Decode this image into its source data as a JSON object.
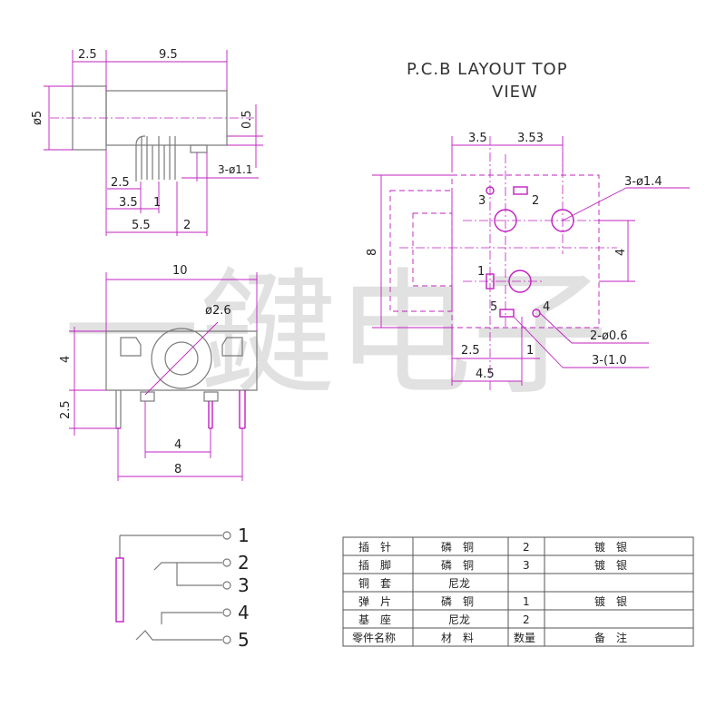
{
  "title": {
    "line1": "P.C.B LAYOUT   TOP",
    "line2": "VIEW"
  },
  "watermark": "一鍵电子",
  "side_view": {
    "d_25": "2.5",
    "d_95": "9.5",
    "d_phi5": "ø5",
    "d_05": "0.5",
    "d_35": "3.5",
    "d_1": "1",
    "d_55": "5.5",
    "d_2": "2",
    "d_25b": "2.5",
    "d_hole": "3-ø1.1"
  },
  "front_view": {
    "d_10": "10",
    "d_phi26": "ø2.6",
    "d_4": "4",
    "d_25": "2.5",
    "d_4b": "4",
    "d_8": "8"
  },
  "pcb_view": {
    "d_35": "3.5",
    "d_353": "3.53",
    "d_hole14": "3-ø1.4",
    "d_8": "8",
    "d_4": "4",
    "d_25": "2.5",
    "d_1": "1",
    "d_45": "4.5",
    "d_hole06": "2-ø0.6",
    "d_slot": "3-(1.0",
    "p1": "1",
    "p2": "2",
    "p3": "3",
    "p4": "4",
    "p5": "5"
  },
  "schematic": {
    "pins": [
      "1",
      "2",
      "3",
      "4",
      "5"
    ]
  },
  "table": {
    "rows": [
      [
        "插　针",
        "磷　铜",
        "2",
        "镀　银"
      ],
      [
        "插　脚",
        "磷　铜",
        "3",
        "镀　银"
      ],
      [
        "铜　套",
        "尼龙",
        "",
        ""
      ],
      [
        "弹　片",
        "磷　铜",
        "1",
        "镀　银"
      ],
      [
        "基　座",
        "尼龙",
        "2",
        ""
      ],
      [
        "零件名称",
        "材　料",
        "数量",
        "备　注"
      ]
    ]
  },
  "colors": {
    "dimension": "#c020c0",
    "outline": "#7a7a7a",
    "watermark": "#d8d8d8"
  }
}
